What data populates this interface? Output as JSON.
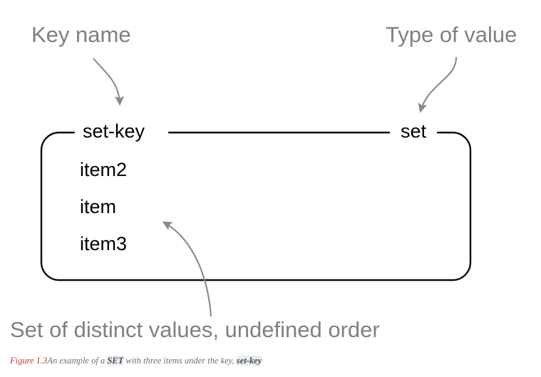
{
  "figure": {
    "annotations": {
      "key_name": "Key name",
      "type_of_value": "Type of value",
      "set_description": "Set of distinct values, undefined order"
    },
    "box": {
      "key_label": "set-key",
      "type_label": "set",
      "items": [
        "item2",
        "item",
        "item3"
      ]
    },
    "caption": {
      "number": "Figure 1.3",
      "part1": "An example of a ",
      "code1": "SET",
      "part2": " with three items under the key, ",
      "code2": "set-key"
    },
    "colors": {
      "annotation_gray": "#808080",
      "box_black": "#000000",
      "caption_red": "#C0392B",
      "caption_gray": "#6F6F6F",
      "code_highlight": "#E8EDF7",
      "arrow_gray": "#8A8A8A",
      "background": "#FFFFFF"
    },
    "icons": {
      "arrow_key_name": "curved-arrow-down-icon",
      "arrow_type_of_value": "curved-arrow-down-icon",
      "arrow_set_description": "curved-arrow-up-left-icon"
    }
  }
}
